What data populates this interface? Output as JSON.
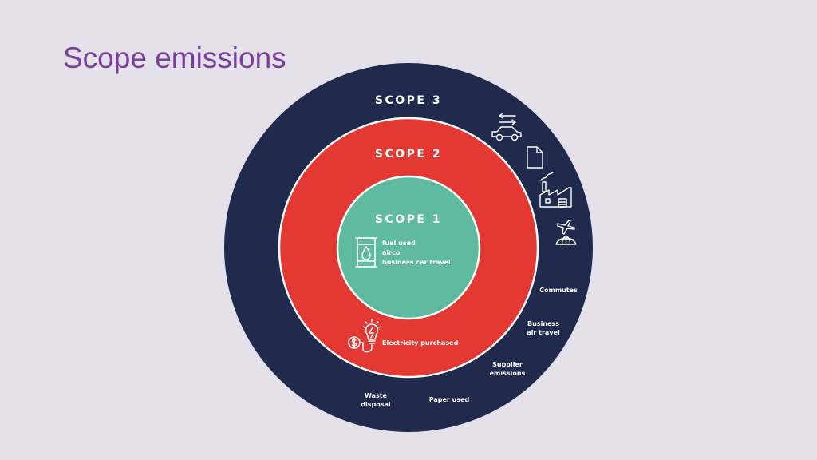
{
  "title": "Scope emissions",
  "colors": {
    "scope3": "#1f2a4d",
    "scope2": "#e43833",
    "scope1": "#5fbaa0",
    "title": "#7a3e9c",
    "background": "#e4e1ea"
  },
  "scope3": {
    "label": "SCOPE 3",
    "icons": [
      "car-commute-icon",
      "document-icon",
      "factory-icon",
      "airplane-globe-icon"
    ],
    "items": [
      "Commutes",
      "Business air travel",
      "Supplier emissions",
      "Paper used",
      "Waste disposal"
    ],
    "commutes": "Commutes",
    "business_air_line1": "Business",
    "business_air_line2": "air travel",
    "supplier_line1": "Supplier",
    "supplier_line2": "emissions",
    "paper": "Paper used",
    "waste_line1": "Waste",
    "waste_line2": "disposal"
  },
  "scope2": {
    "label": "SCOPE 2",
    "icons": [
      "lightbulb-dollar-icon"
    ],
    "item": "Electricity purchased"
  },
  "scope1": {
    "label": "SCOPE 1",
    "icons": [
      "fuel-barrel-icon"
    ],
    "items": [
      "fuel used",
      "airco",
      "business car travel"
    ]
  }
}
